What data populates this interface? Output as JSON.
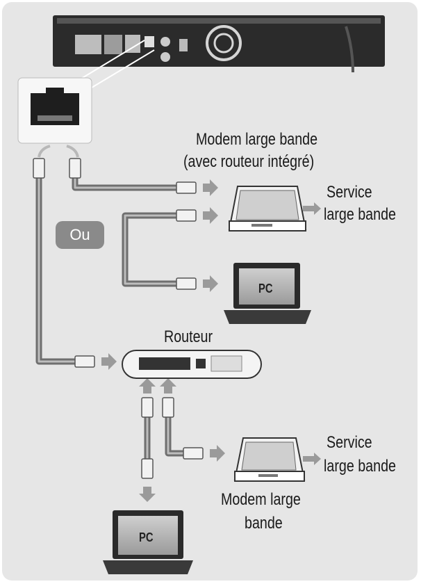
{
  "labels": {
    "modem_router_line1": "Modem large bande",
    "modem_router_line2": "(avec routeur intégré)",
    "service_top_line1": "Service",
    "service_top_line2": "large bande",
    "ou": "Ou",
    "pc_top": "PC",
    "routeur": "Routeur",
    "service_bottom_line1": "Service",
    "service_bottom_line2": "large bande",
    "modem_line1": "Modem large",
    "modem_line2": "bande",
    "pc_bottom": "PC"
  }
}
